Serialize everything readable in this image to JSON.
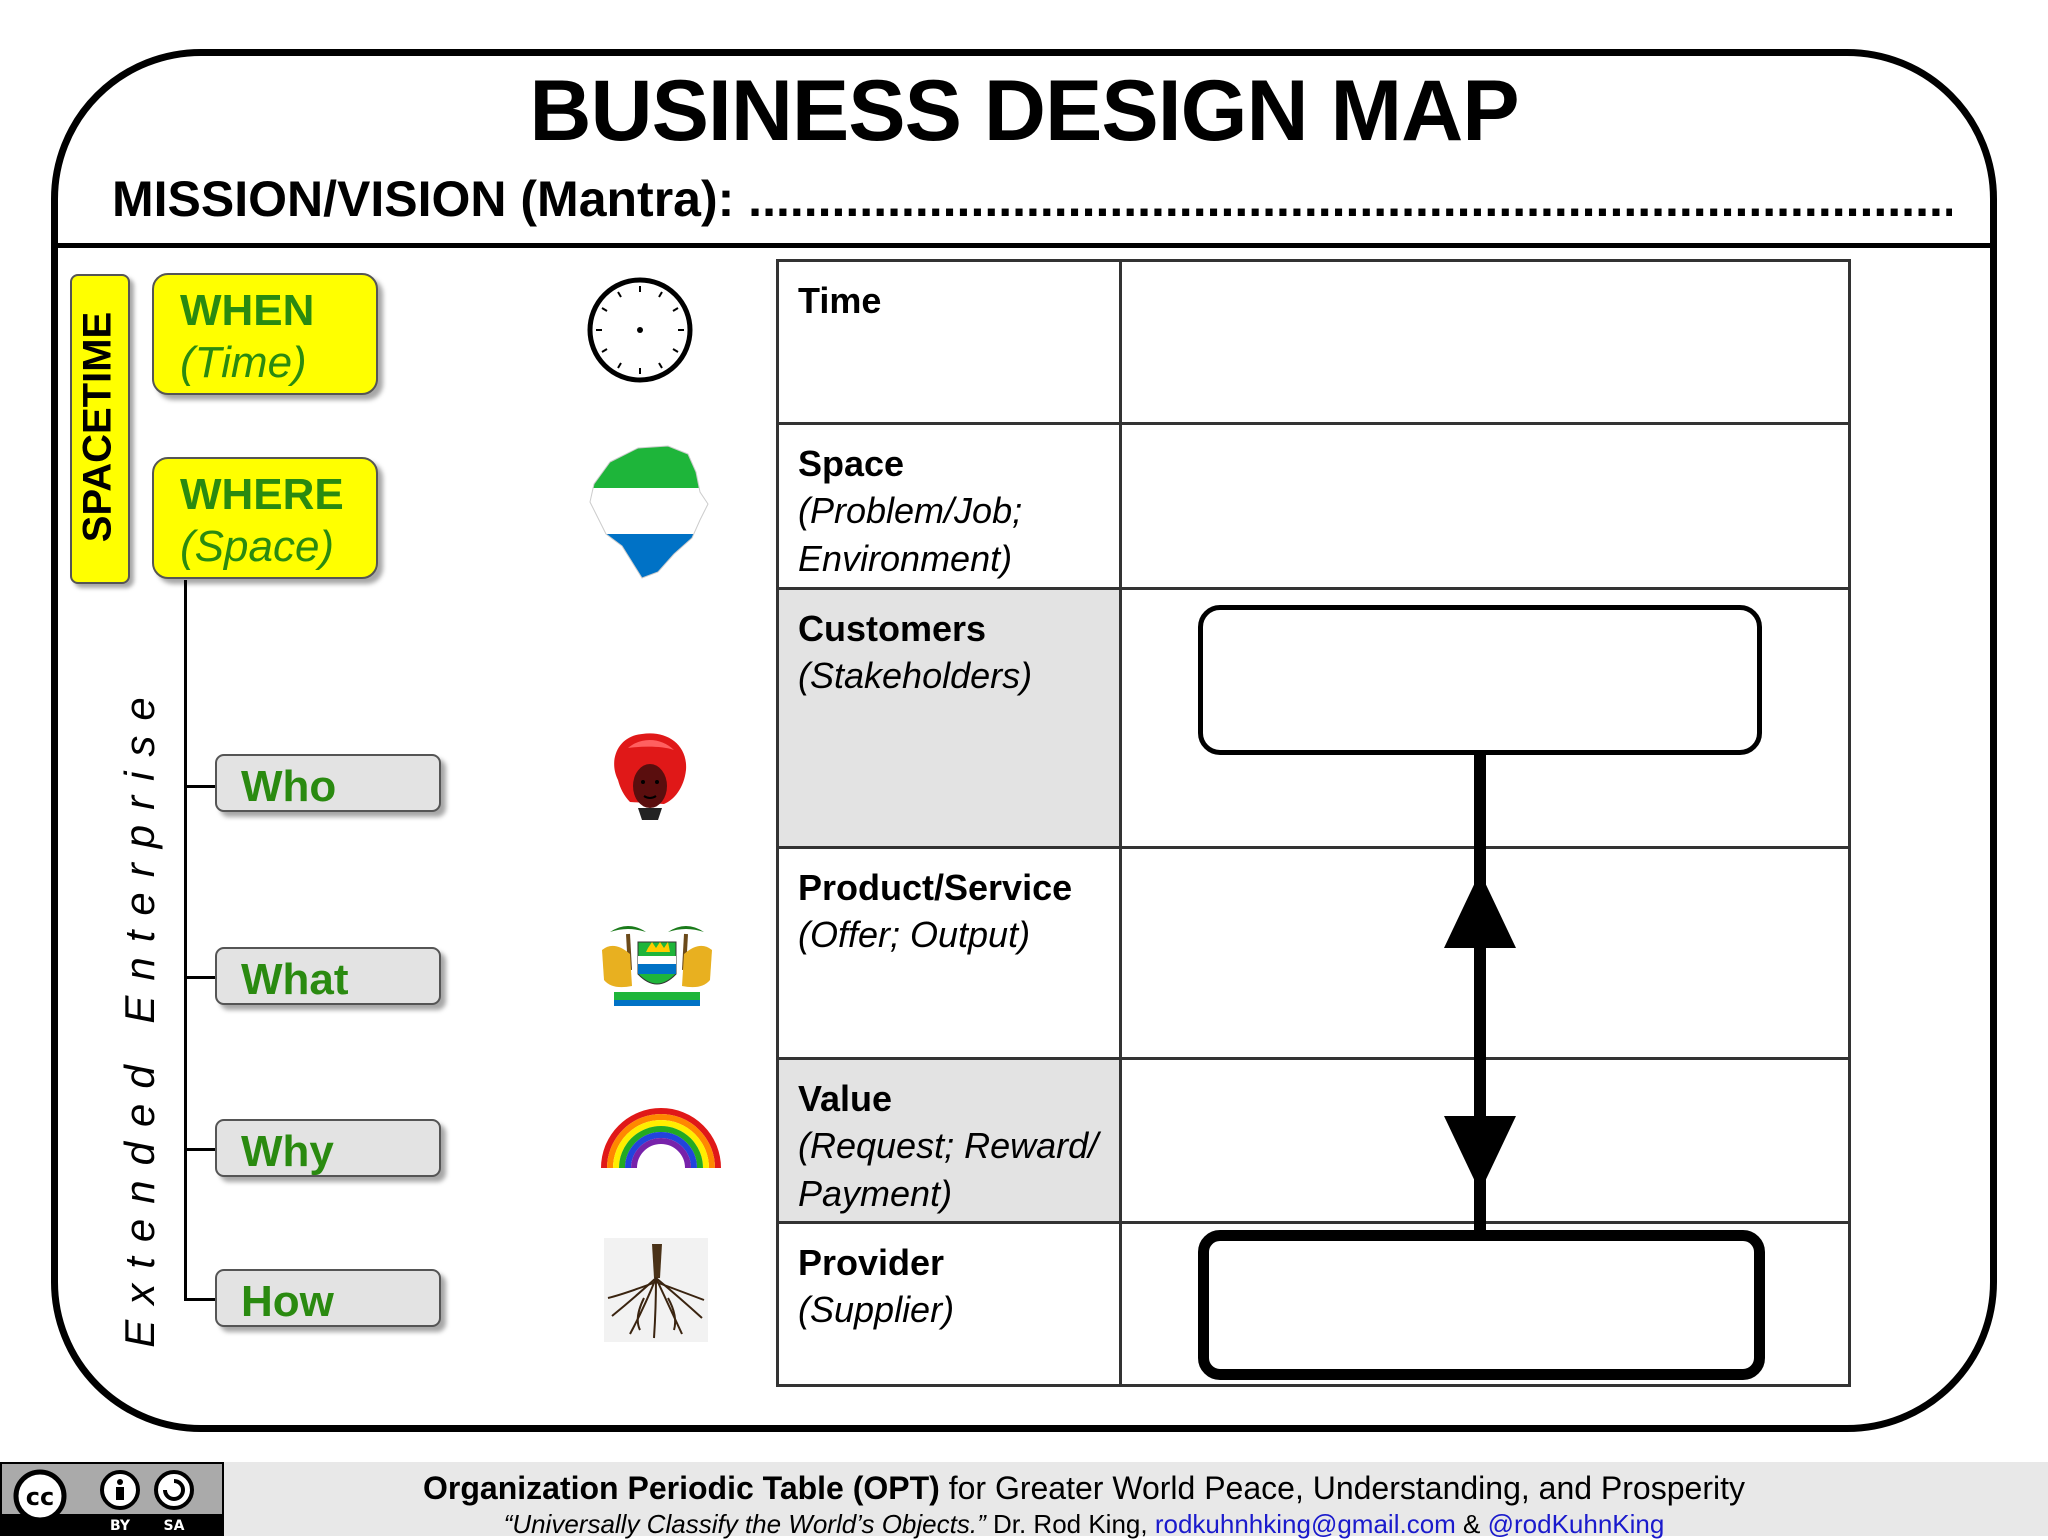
{
  "title": "BUSINESS DESIGN MAP",
  "mission_label": "MISSION/VISION (Mantra): ",
  "mission_dots": "........................................................................................................",
  "left": {
    "spacetime": "SPACETIME",
    "when": {
      "heading": "WHEN",
      "sub": "(Time)"
    },
    "where": {
      "heading": "WHERE",
      "sub": "(Space)"
    },
    "extended_enterprise": "Extended Enterprise",
    "who": "Who",
    "what": "What",
    "why": "Why",
    "how": "How"
  },
  "icons": [
    "clock-icon",
    "map-icon",
    "person-icon",
    "coat-of-arms-icon",
    "rainbow-icon",
    "roots-icon"
  ],
  "table": {
    "rows": [
      {
        "heading": "Time",
        "sub": []
      },
      {
        "heading": "Space",
        "sub": [
          "(Problem/Job;",
          "Environment)"
        ]
      },
      {
        "heading": "Customers",
        "sub": [
          "(Stakeholders)"
        ]
      },
      {
        "heading": "Product/Service",
        "sub": [
          "(Offer; Output)"
        ]
      },
      {
        "heading": "Value",
        "sub": [
          "(Request; Reward/",
          "Payment)"
        ]
      },
      {
        "heading": "Provider",
        "sub": [
          "(Supplier)"
        ]
      }
    ]
  },
  "footer": {
    "line1_bold": "Organization Periodic Table (OPT)",
    "line1_rest": " for Greater World Peace, Understanding, and Prosperity",
    "quote": "“Universally Classify the World’s Objects.”",
    "author": " Dr. Rod King, ",
    "email": "rodkuhnhking@gmail.com",
    "amp": " & ",
    "handle": "@rodKuhnKing",
    "license_by": "BY",
    "license_sa": "SA"
  },
  "colors": {
    "yellow": "#ffff00",
    "green_text": "#2a8a10",
    "shade": "#e3e3e3"
  }
}
